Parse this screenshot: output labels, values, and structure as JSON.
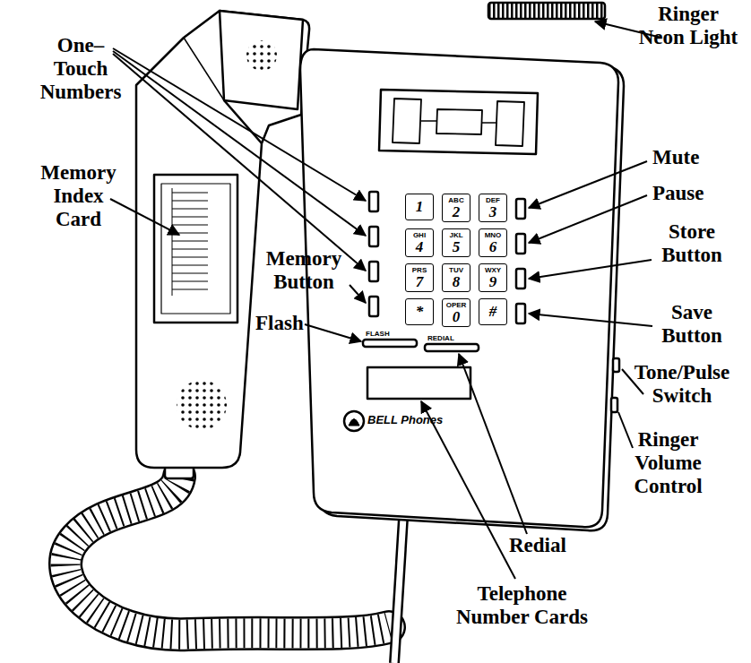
{
  "diagram": {
    "nodes": [
      {
        "text": [
          "1"
        ]
      },
      {
        "text": [
          "ABC",
          "2"
        ]
      },
      {
        "text": [
          "DEF",
          "3"
        ]
      },
      {
        "text": [
          "GHI",
          "4"
        ]
      },
      {
        "text": [
          "JKL",
          "5"
        ]
      },
      {
        "text": [
          "MNO",
          "6"
        ]
      },
      {
        "text": [
          "PRS",
          "7"
        ]
      },
      {
        "text": [
          "TUV",
          "8"
        ]
      },
      {
        "text": [
          "WXY",
          "9"
        ]
      },
      {
        "text": [
          "*"
        ]
      },
      {
        "text": [
          "OPER",
          "0"
        ]
      },
      {
        "text": [
          "#"
        ]
      }
    ],
    "labels": [
      "Ringer Neon Light",
      "One– Touch Numbers",
      "Memory Index Card",
      "Mute",
      "Pause",
      "Memory Button",
      "Store Button",
      "Flash",
      "Save Button",
      "FLASH",
      "REDIAL",
      "Tone/Pulse Switch",
      "BELL Phones",
      "Ringer Volume Control",
      "Redial",
      "Telephone Number Cards"
    ]
  }
}
